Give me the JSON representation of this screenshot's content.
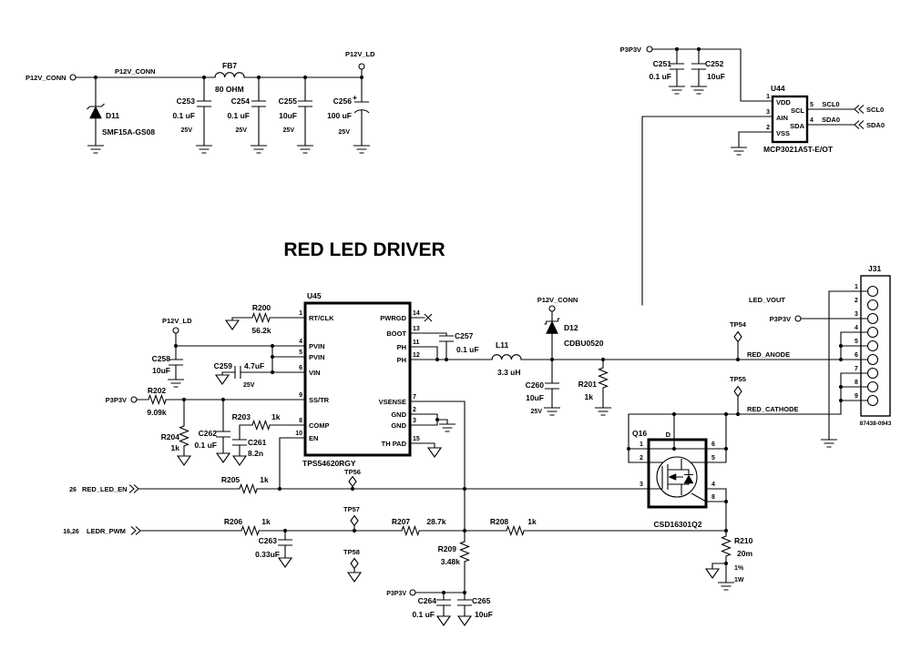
{
  "title": "RED LED DRIVER",
  "nets": {
    "p12v_conn": "P12V_CONN",
    "p12v_ld": "P12V_LD",
    "p3p3v": "P3P3V",
    "scl0": "SCL0",
    "sda0": "SDA0",
    "led_vout": "LED_VOUT",
    "red_anode": "RED_ANODE",
    "red_cathode": "RED_CATHODE",
    "red_led_en": "RED_LED_EN",
    "ledr_pwm": "LEDR_PWM"
  },
  "sheet_refs": {
    "red_led_en": "26",
    "ledr_pwm": "16,26"
  },
  "testpoints": {
    "tp54": "TP54",
    "tp55": "TP55",
    "tp56": "TP56",
    "tp57": "TP57",
    "tp58": "TP58"
  },
  "components": {
    "d11": {
      "ref": "D11",
      "part": "SMF15A-GS08"
    },
    "fb7": {
      "ref": "FB7",
      "value": "80 OHM"
    },
    "c253": {
      "ref": "C253",
      "value": "0.1 uF",
      "rating": "25V"
    },
    "c254": {
      "ref": "C254",
      "value": "0.1 uF",
      "rating": "25V"
    },
    "c255": {
      "ref": "C255",
      "value": "10uF",
      "rating": "25V"
    },
    "c256": {
      "ref": "C256",
      "value": "100 uF",
      "rating": "25V",
      "polarity": "+"
    },
    "c251": {
      "ref": "C251",
      "value": "0.1 uF"
    },
    "c252": {
      "ref": "C252",
      "value": "10uF"
    },
    "r200": {
      "ref": "R200",
      "value": "56.2k"
    },
    "c258": {
      "ref": "C258",
      "value": "10uF"
    },
    "c259": {
      "ref": "C259",
      "value": "4.7uF",
      "rating": "25V"
    },
    "r202": {
      "ref": "R202",
      "value": "9.09k"
    },
    "r204": {
      "ref": "R204",
      "value": "1k"
    },
    "c262": {
      "ref": "C262",
      "value": "0.1 uF"
    },
    "r203": {
      "ref": "R203",
      "value": "1k"
    },
    "c261": {
      "ref": "C261",
      "value": "8.2n"
    },
    "c257": {
      "ref": "C257",
      "value": "0.1 uF"
    },
    "l11": {
      "ref": "L11",
      "value": "3.3 uH"
    },
    "d12": {
      "ref": "D12",
      "part": "CDBU0520"
    },
    "c260": {
      "ref": "C260",
      "value": "10uF",
      "rating": "25V"
    },
    "r201": {
      "ref": "R201",
      "value": "1k"
    },
    "r205": {
      "ref": "R205",
      "value": "1k"
    },
    "r206": {
      "ref": "R206",
      "value": "1k"
    },
    "c263": {
      "ref": "C263",
      "value": "0.33uF"
    },
    "r207": {
      "ref": "R207",
      "value": "28.7k"
    },
    "r208": {
      "ref": "R208",
      "value": "1k"
    },
    "r209": {
      "ref": "R209",
      "value": "3.48k"
    },
    "c264": {
      "ref": "C264",
      "value": "0.1 uF"
    },
    "c265": {
      "ref": "C265",
      "value": "10uF"
    },
    "r210": {
      "ref": "R210",
      "value": "20m",
      "tolerance": "1%",
      "power": "1W"
    }
  },
  "u44": {
    "ref": "U44",
    "part": "MCP3021A5T-E/OT",
    "pins": {
      "vdd": {
        "num": "1",
        "name": "VDD"
      },
      "ain": {
        "num": "3",
        "name": "AIN"
      },
      "vss": {
        "num": "2",
        "name": "VSS"
      },
      "scl": {
        "num": "5",
        "name": "SCL"
      },
      "sda": {
        "num": "4",
        "name": "SDA"
      }
    }
  },
  "u45": {
    "ref": "U45",
    "part": "TPS54620RGY",
    "left_pins": [
      {
        "num": "1",
        "name": "RT/CLK"
      },
      {
        "num": "4",
        "name": "PVIN"
      },
      {
        "num": "5",
        "name": "PVIN"
      },
      {
        "num": "6",
        "name": "VIN"
      },
      {
        "num": "9",
        "name": "SS/TR"
      },
      {
        "num": "8",
        "name": "COMP"
      },
      {
        "num": "10",
        "name": "EN"
      }
    ],
    "right_pins": [
      {
        "num": "14",
        "name": "PWRGD"
      },
      {
        "num": "13",
        "name": "BOOT"
      },
      {
        "num": "11",
        "name": "PH"
      },
      {
        "num": "12",
        "name": "PH"
      },
      {
        "num": "7",
        "name": "VSENSE"
      },
      {
        "num": "2",
        "name": "GND"
      },
      {
        "num": "3",
        "name": "GND"
      },
      {
        "num": "15",
        "name": "TH PAD"
      }
    ]
  },
  "q16": {
    "ref": "Q16",
    "part": "CSD16301Q2",
    "drain": "D",
    "pins": {
      "p1": "1",
      "p2": "2",
      "p3": "3",
      "p4": "4",
      "p5": "5",
      "p6": "6",
      "p8": "8"
    }
  },
  "j31": {
    "ref": "J31",
    "part": "87438-0943",
    "pins": [
      "1",
      "2",
      "3",
      "4",
      "5",
      "6",
      "7",
      "8",
      "9"
    ]
  }
}
